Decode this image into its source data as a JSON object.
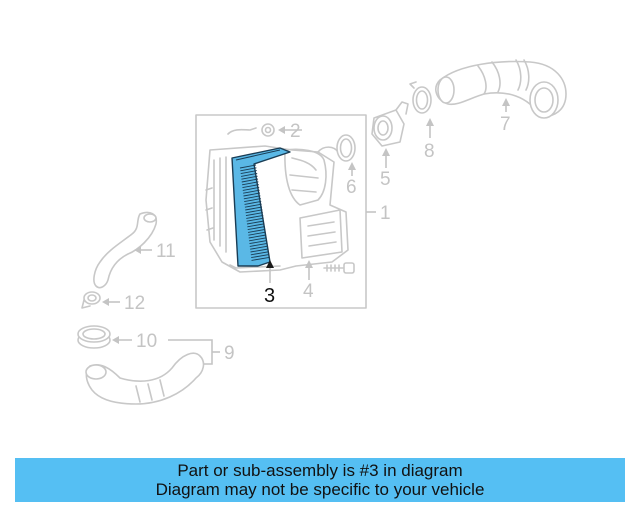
{
  "diagram": {
    "highlight_color": "#5ab8e6",
    "callouts": [
      "1",
      "2",
      "3",
      "4",
      "5",
      "6",
      "7",
      "8",
      "9",
      "10",
      "11",
      "12"
    ],
    "highlighted_part": "3"
  },
  "banner": {
    "line1": "Part or sub-assembly is #3 in diagram",
    "line2": "Diagram may not be specific to your vehicle",
    "color": "#55bff3"
  }
}
